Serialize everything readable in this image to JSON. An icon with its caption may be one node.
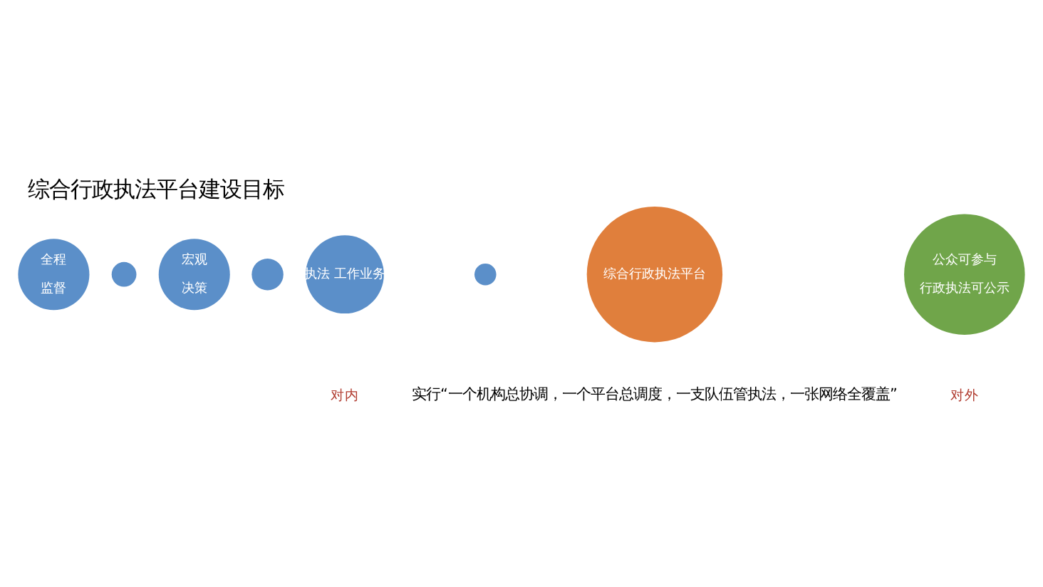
{
  "diagram": {
    "title": "综合行政执法平台建设目标",
    "nodes": [
      {
        "text": [
          "全程",
          "监督"
        ]
      },
      {
        "text": [],
        "shape": "circle"
      },
      {
        "text": [
          "宏观",
          "决策"
        ]
      },
      {
        "text": [],
        "shape": "circle"
      },
      {
        "text": [
          "执法 工作业务"
        ]
      },
      {
        "text": [],
        "shape": "circle"
      },
      {
        "text": [
          "综合行政执法平台"
        ]
      },
      {
        "text": [
          "公众可参与",
          "行政执法可公示"
        ]
      }
    ],
    "edges": [],
    "labels": [
      "对内",
      "对外",
      "实行“一个机构总协调，一个平台总调度，一支队伍管执法，一张网络全覆盖”"
    ]
  }
}
